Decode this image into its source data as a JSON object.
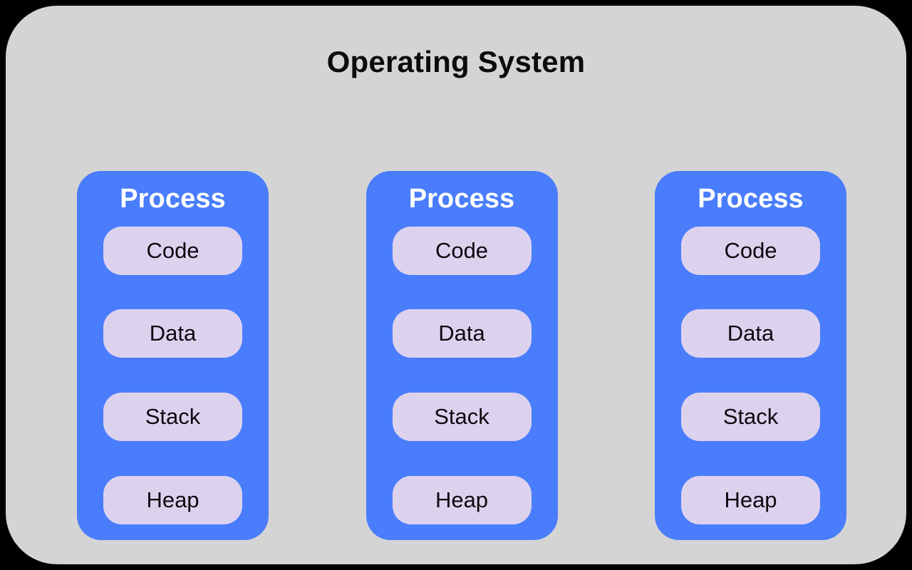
{
  "diagram": {
    "title": "Operating System",
    "background_color": "#000000",
    "container_color": "#d4d4d4",
    "process_color": "#4a7dfc",
    "segment_color": "#ddd2ee",
    "title_color": "#0b0b0f",
    "process_title_color": "#ffffff"
  },
  "processes": [
    {
      "label": "Process",
      "segments": [
        {
          "label": "Code"
        },
        {
          "label": "Data"
        },
        {
          "label": "Stack"
        },
        {
          "label": "Heap"
        }
      ]
    },
    {
      "label": "Process",
      "segments": [
        {
          "label": "Code"
        },
        {
          "label": "Data"
        },
        {
          "label": "Stack"
        },
        {
          "label": "Heap"
        }
      ]
    },
    {
      "label": "Process",
      "segments": [
        {
          "label": "Code"
        },
        {
          "label": "Data"
        },
        {
          "label": "Stack"
        },
        {
          "label": "Heap"
        }
      ]
    }
  ]
}
